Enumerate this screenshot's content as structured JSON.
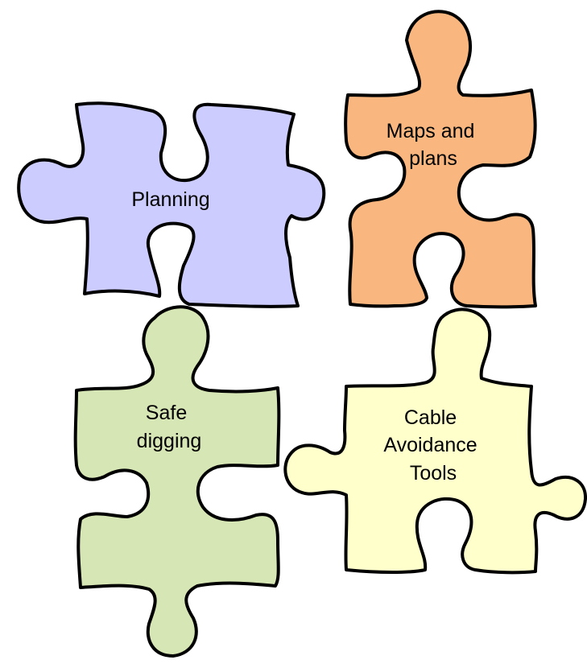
{
  "pieces": [
    {
      "id": "planning",
      "lines": [
        "Planning"
      ],
      "fill": "#ccccff"
    },
    {
      "id": "maps-and-plans",
      "lines": [
        "Maps and",
        "plans"
      ],
      "fill": "#f9b77f"
    },
    {
      "id": "safe-digging",
      "lines": [
        "Safe",
        "digging"
      ],
      "fill": "#d7e6b5"
    },
    {
      "id": "cable-avoidance-tools",
      "lines": [
        "Cable",
        "Avoidance",
        "Tools"
      ],
      "fill": "#ffffcc"
    }
  ],
  "colors": {
    "outline": "#000000",
    "text": "#000000",
    "background": "#ffffff"
  }
}
